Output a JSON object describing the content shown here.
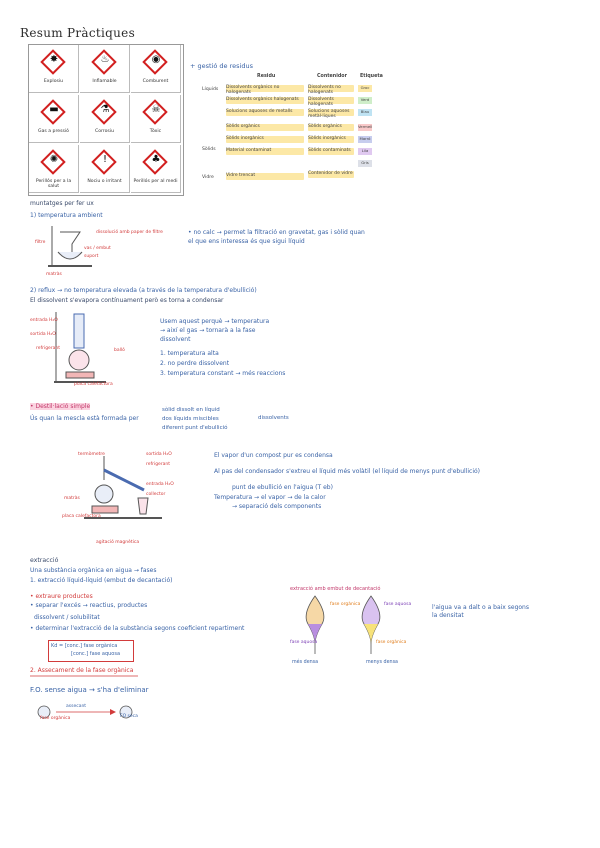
{
  "title": "Resum Pràctiques",
  "pictograms": [
    {
      "caption": "Explosiu",
      "icon": "exploding-bomb-icon",
      "glyph": "✸"
    },
    {
      "caption": "Inflamable",
      "icon": "flame-icon",
      "glyph": "♨"
    },
    {
      "caption": "Comburent",
      "icon": "flame-over-circle-icon",
      "glyph": "◉"
    },
    {
      "caption": "Gas a pressió",
      "icon": "gas-cylinder-icon",
      "glyph": "▬"
    },
    {
      "caption": "Corrosiu",
      "icon": "corrosion-icon",
      "glyph": "⚗"
    },
    {
      "caption": "Tòxic",
      "icon": "skull-icon",
      "glyph": "☠"
    },
    {
      "caption": "Perillós per a la salut",
      "icon": "health-hazard-icon",
      "glyph": "✺"
    },
    {
      "caption": "Nociu o irritant",
      "icon": "exclamation-icon",
      "glyph": "!"
    },
    {
      "caption": "Perillós per al medi",
      "icon": "environment-icon",
      "glyph": "♣"
    }
  ],
  "residus": {
    "heading": "+ gestió de residus",
    "col_headers": [
      "Residu",
      "Contenidor",
      "Etiqueta"
    ],
    "rows": [
      {
        "group": "Líquids",
        "items": [
          "Dissolvents orgànics no halogenats",
          "Dissolvents orgànics halogenats",
          "Solucions aquoses de metalls"
        ],
        "containers": [
          "Dissolvents no halogenats",
          "Dissolvents halogenats",
          "Solucions aquoses metàl·liques"
        ]
      },
      {
        "group": "Sòlids",
        "items": [
          "Sòlids orgànics",
          "Sòlids inorgànics",
          "Material contaminat"
        ],
        "containers": [
          "Sòlids orgànics",
          "Sòlids inorgànics",
          "Sòlids contaminats"
        ]
      },
      {
        "group": "Vidre",
        "items": [
          "Vidre trencat"
        ],
        "containers": [
          "Contenidor de vidre"
        ]
      }
    ],
    "legend": [
      "Groc",
      "Verd",
      "Blau",
      "Vermell",
      "Marró",
      "Lila",
      "Gris"
    ]
  },
  "sec1": {
    "heading": "muntatges per fer ux",
    "item1": "1) temperatura ambient",
    "note1": "• no calc → permet la filtració en gravetat, gas i sòlid quan el que ens interessa és que sigui líquid",
    "labels1": [
      "dissolució amb paper de filtre",
      "vas / embut",
      "suport",
      "filtre",
      "matràs"
    ],
    "item2": "2) reflux → no temperatura elevada (a través de la temperatura d'ebullició)",
    "item2b": "El dissolvent s'evapora contínuament però es torna a condensar",
    "labels2": [
      "entrada H₂O",
      "sortida H₂O",
      "refrigerant",
      "balló",
      "placa calefactora"
    ],
    "note2": [
      "Usem aquest perquè → temperatura",
      "→ així el gas → tornarà a la fase",
      "dissolvent",
      "1. temperatura alta",
      "2. no perdre dissolvent",
      "3. temperatura constant → més reaccions"
    ],
    "item3": "• Destil·lació simple",
    "item3b": "Ús quan la mescla està formada per",
    "item3c": [
      "sòlid dissolt en líquid",
      "dos líquids miscibles",
      "diferent punt d'ebullició"
    ],
    "item3d": "dissolvents",
    "labels3": [
      "termòmetre",
      "sortida H₂O",
      "refrigerant",
      "entrada H₂O",
      "collector",
      "matràs",
      "placa calefactora",
      "agitació magnètica"
    ],
    "note3": [
      "El vapor d'un compost pur es condensa",
      "Al pas del condensador s'extreu el líquid més volàtil (el líquid de menys punt d'ebullició)",
      "punt de ebullició en l'aigua (T eb)",
      "Temperatura → el vapor → de la calor",
      "→ separació dels components"
    ]
  },
  "sec2": {
    "heading": "extracció",
    "line1": "Una substància orgànica en aigua → fases",
    "line2": "1. extracció líquid-líquid (embut de decantació)",
    "bul1": "• extraure productes",
    "bul2": "• separar l'excés → reactius, productes",
    "bul3": "dissolvent / solubilitat",
    "bul4": "• determinar l'extracció de la substància segons coeficient repartiment",
    "formula": [
      "Kd = [conc.] fase orgànica",
      "[conc.] fase aquosa"
    ],
    "item2": "2. Assecament de la fase orgànica",
    "funnel_title": "extracció amb embut de decantació",
    "funnel_labels": [
      "fase orgànica",
      "fase aquosa",
      "fase aquosa",
      "fase orgànica"
    ],
    "funnel_note": "l'aigua va a dalt o a baix segons la densitat",
    "funnel_captions": [
      "més densa",
      "menys densa"
    ],
    "item3": "F.O. sense aigua → s'ha d'eliminar",
    "labels4": [
      "fase orgànica",
      "assecant",
      "FO seca"
    ]
  }
}
